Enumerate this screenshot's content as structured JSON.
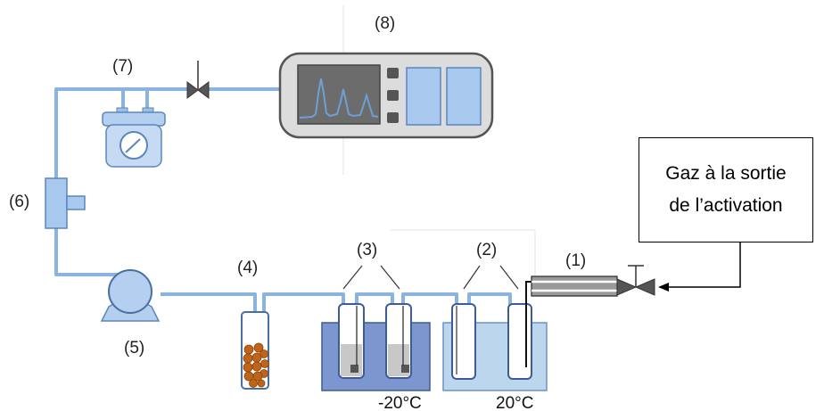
{
  "labels": {
    "c1": "(1)",
    "c2": "(2)",
    "c3": "(3)",
    "c4": "(4)",
    "c5": "(5)",
    "c6": "(6)",
    "c7": "(7)",
    "c8": "(8)"
  },
  "temperatures": {
    "cold_bath": "-20°C",
    "warm_bath": "20°C"
  },
  "callout": {
    "line1": "Gaz à la sortie",
    "line2": "de l’activation"
  },
  "colors": {
    "tube": "#8bb3e0",
    "equipment_fill": "#c7dcf3",
    "equipment_stroke": "#5b86bd",
    "cold_bath": "#7c97cf",
    "warm_bath": "#bcd6ee",
    "chromatogram_line": "#4f7fb5",
    "beads": "#c0641a"
  },
  "icons": [
    "pump-icon",
    "valve-icon",
    "gauge-icon",
    "chromatograph-icon",
    "tee-connector-icon",
    "trap-tube-icon"
  ]
}
